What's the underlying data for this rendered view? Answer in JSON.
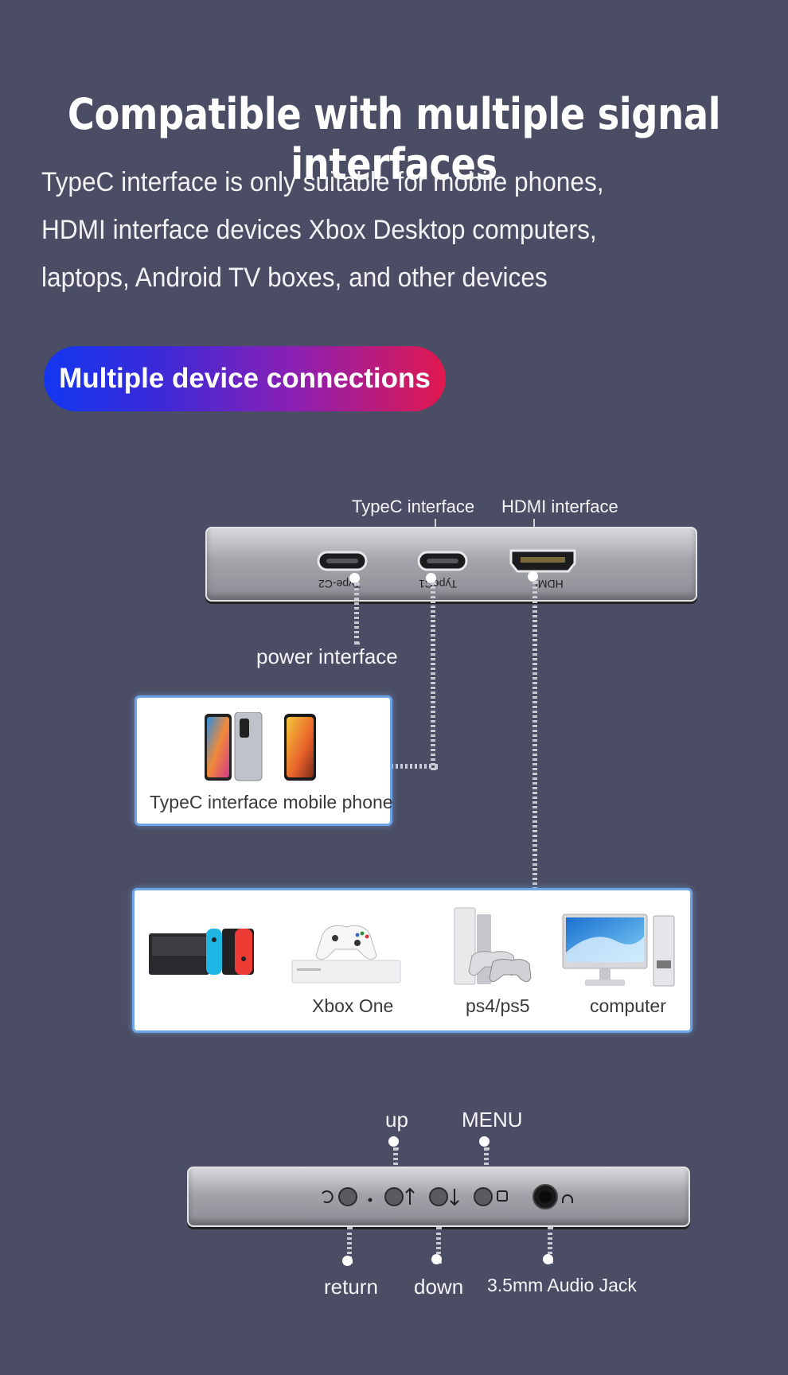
{
  "headline": "Compatible with multiple signal interfaces",
  "description": [
    "TypeC interface is only suitable for mobile phones,",
    "HDMI interface devices Xbox Desktop computers,",
    "laptops, Android TV boxes, and other devices"
  ],
  "pill_label": "Multiple device connections",
  "port_panel": {
    "label_typec": "TypeC interface",
    "label_hdmi": "HDMI interface",
    "label_power": "power interface",
    "port_markings": [
      "Type-C2",
      "TypeC1",
      "HDMI"
    ]
  },
  "phone_card": {
    "label": "TypeC interface mobile phone"
  },
  "device_card": {
    "items": [
      {
        "icon": "nintendo-switch-icon",
        "label": ""
      },
      {
        "icon": "xbox-one-icon",
        "label": "Xbox One"
      },
      {
        "icon": "playstation-icon",
        "label": "ps4/ps5"
      },
      {
        "icon": "desktop-computer-icon",
        "label": "computer"
      }
    ]
  },
  "button_panel": {
    "label_up": "up",
    "label_menu": "MENU",
    "label_return": "return",
    "label_down": "down",
    "label_audio": "3.5mm Audio Jack"
  },
  "colors": {
    "background": "#4a4d63",
    "pill_gradient_start": "#1337f0",
    "pill_gradient_end": "#e1184e",
    "card_border": "#6ea4e8"
  }
}
